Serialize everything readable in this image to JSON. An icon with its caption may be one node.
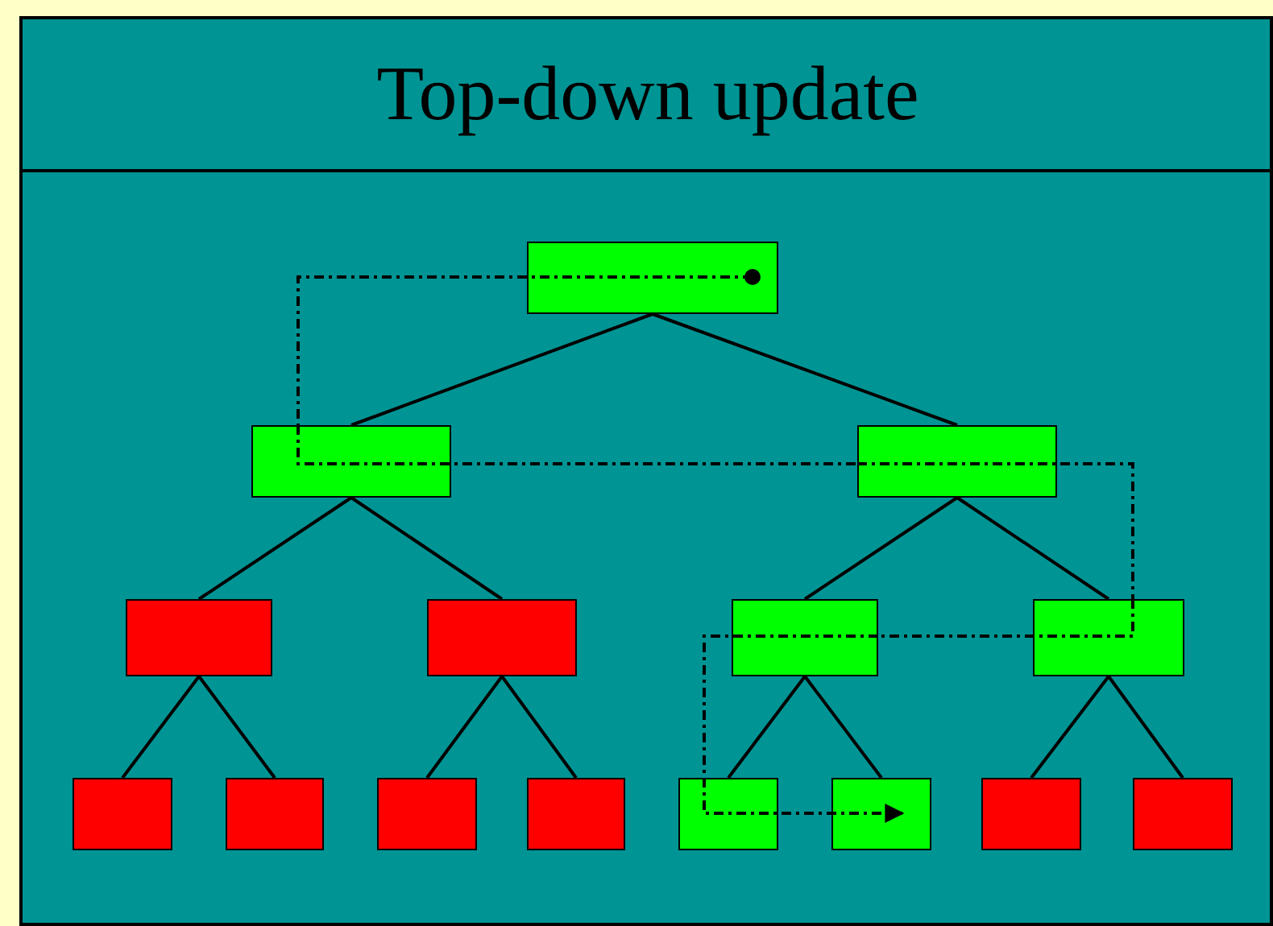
{
  "diagram": {
    "title": "Top-down update",
    "nodes": [
      {
        "text": [],
        "shape": "box"
      },
      {
        "text": [],
        "shape": "box"
      },
      {
        "text": [],
        "shape": "box"
      },
      {
        "text": [],
        "shape": "box"
      },
      {
        "text": [],
        "shape": "box"
      },
      {
        "text": [],
        "shape": "box"
      },
      {
        "text": [],
        "shape": "box"
      },
      {
        "text": [],
        "shape": "box"
      },
      {
        "text": [],
        "shape": "box"
      },
      {
        "text": [],
        "shape": "box"
      },
      {
        "text": [],
        "shape": "box"
      },
      {
        "text": [],
        "shape": "box"
      },
      {
        "text": [],
        "shape": "box"
      },
      {
        "text": [],
        "shape": "box"
      },
      {
        "text": [],
        "shape": "box"
      }
    ],
    "edges": [
      {
        "from": 0,
        "to": 1,
        "arrow": "none"
      },
      {
        "from": 0,
        "to": 2,
        "arrow": "none"
      },
      {
        "from": 1,
        "to": 3,
        "arrow": "none"
      },
      {
        "from": 1,
        "to": 4,
        "arrow": "none"
      },
      {
        "from": 2,
        "to": 5,
        "arrow": "none"
      },
      {
        "from": 2,
        "to": 6,
        "arrow": "none"
      },
      {
        "from": 3,
        "to": 7,
        "arrow": "none"
      },
      {
        "from": 3,
        "to": 8,
        "arrow": "none"
      },
      {
        "from": 4,
        "to": 9,
        "arrow": "none"
      },
      {
        "from": 4,
        "to": 10,
        "arrow": "none"
      },
      {
        "from": 5,
        "to": 11,
        "arrow": "none"
      },
      {
        "from": 5,
        "to": 12,
        "arrow": "none"
      },
      {
        "from": 6,
        "to": 13,
        "arrow": "none"
      },
      {
        "from": 6,
        "to": 14,
        "arrow": "none"
      },
      {
        "from": 0,
        "to": 1,
        "arrow": "other",
        "style": "dashed"
      },
      {
        "from": 1,
        "to": 2,
        "arrow": "none",
        "style": "dashed"
      },
      {
        "from": 2,
        "to": 6,
        "arrow": "none",
        "style": "dashed"
      },
      {
        "from": 6,
        "to": 5,
        "arrow": "none",
        "style": "dashed"
      },
      {
        "from": 5,
        "to": 11,
        "arrow": "none",
        "style": "dashed"
      },
      {
        "from": 11,
        "to": 12,
        "arrow": "to",
        "style": "dashed"
      }
    ]
  }
}
